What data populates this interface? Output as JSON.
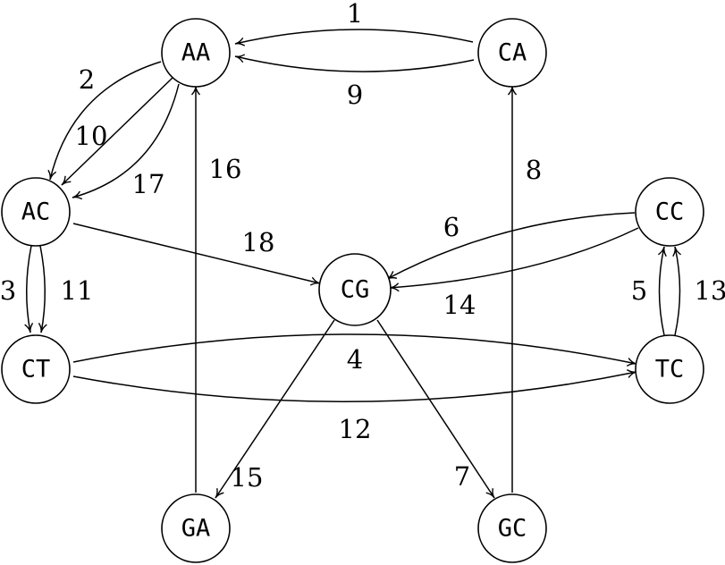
{
  "nodes": {
    "AA": "AA",
    "CA": "CA",
    "AC": "AC",
    "CC": "CC",
    "CG": "CG",
    "CT": "CT",
    "TC": "TC",
    "GA": "GA",
    "GC": "GC"
  },
  "edges": {
    "e1": "1",
    "e2": "2",
    "e3": "3",
    "e4": "4",
    "e5": "5",
    "e6": "6",
    "e7": "7",
    "e8": "8",
    "e9": "9",
    "e10": "10",
    "e11": "11",
    "e12": "12",
    "e13": "13",
    "e14": "14",
    "e15": "15",
    "e16": "16",
    "e17": "17",
    "e18": "18"
  }
}
